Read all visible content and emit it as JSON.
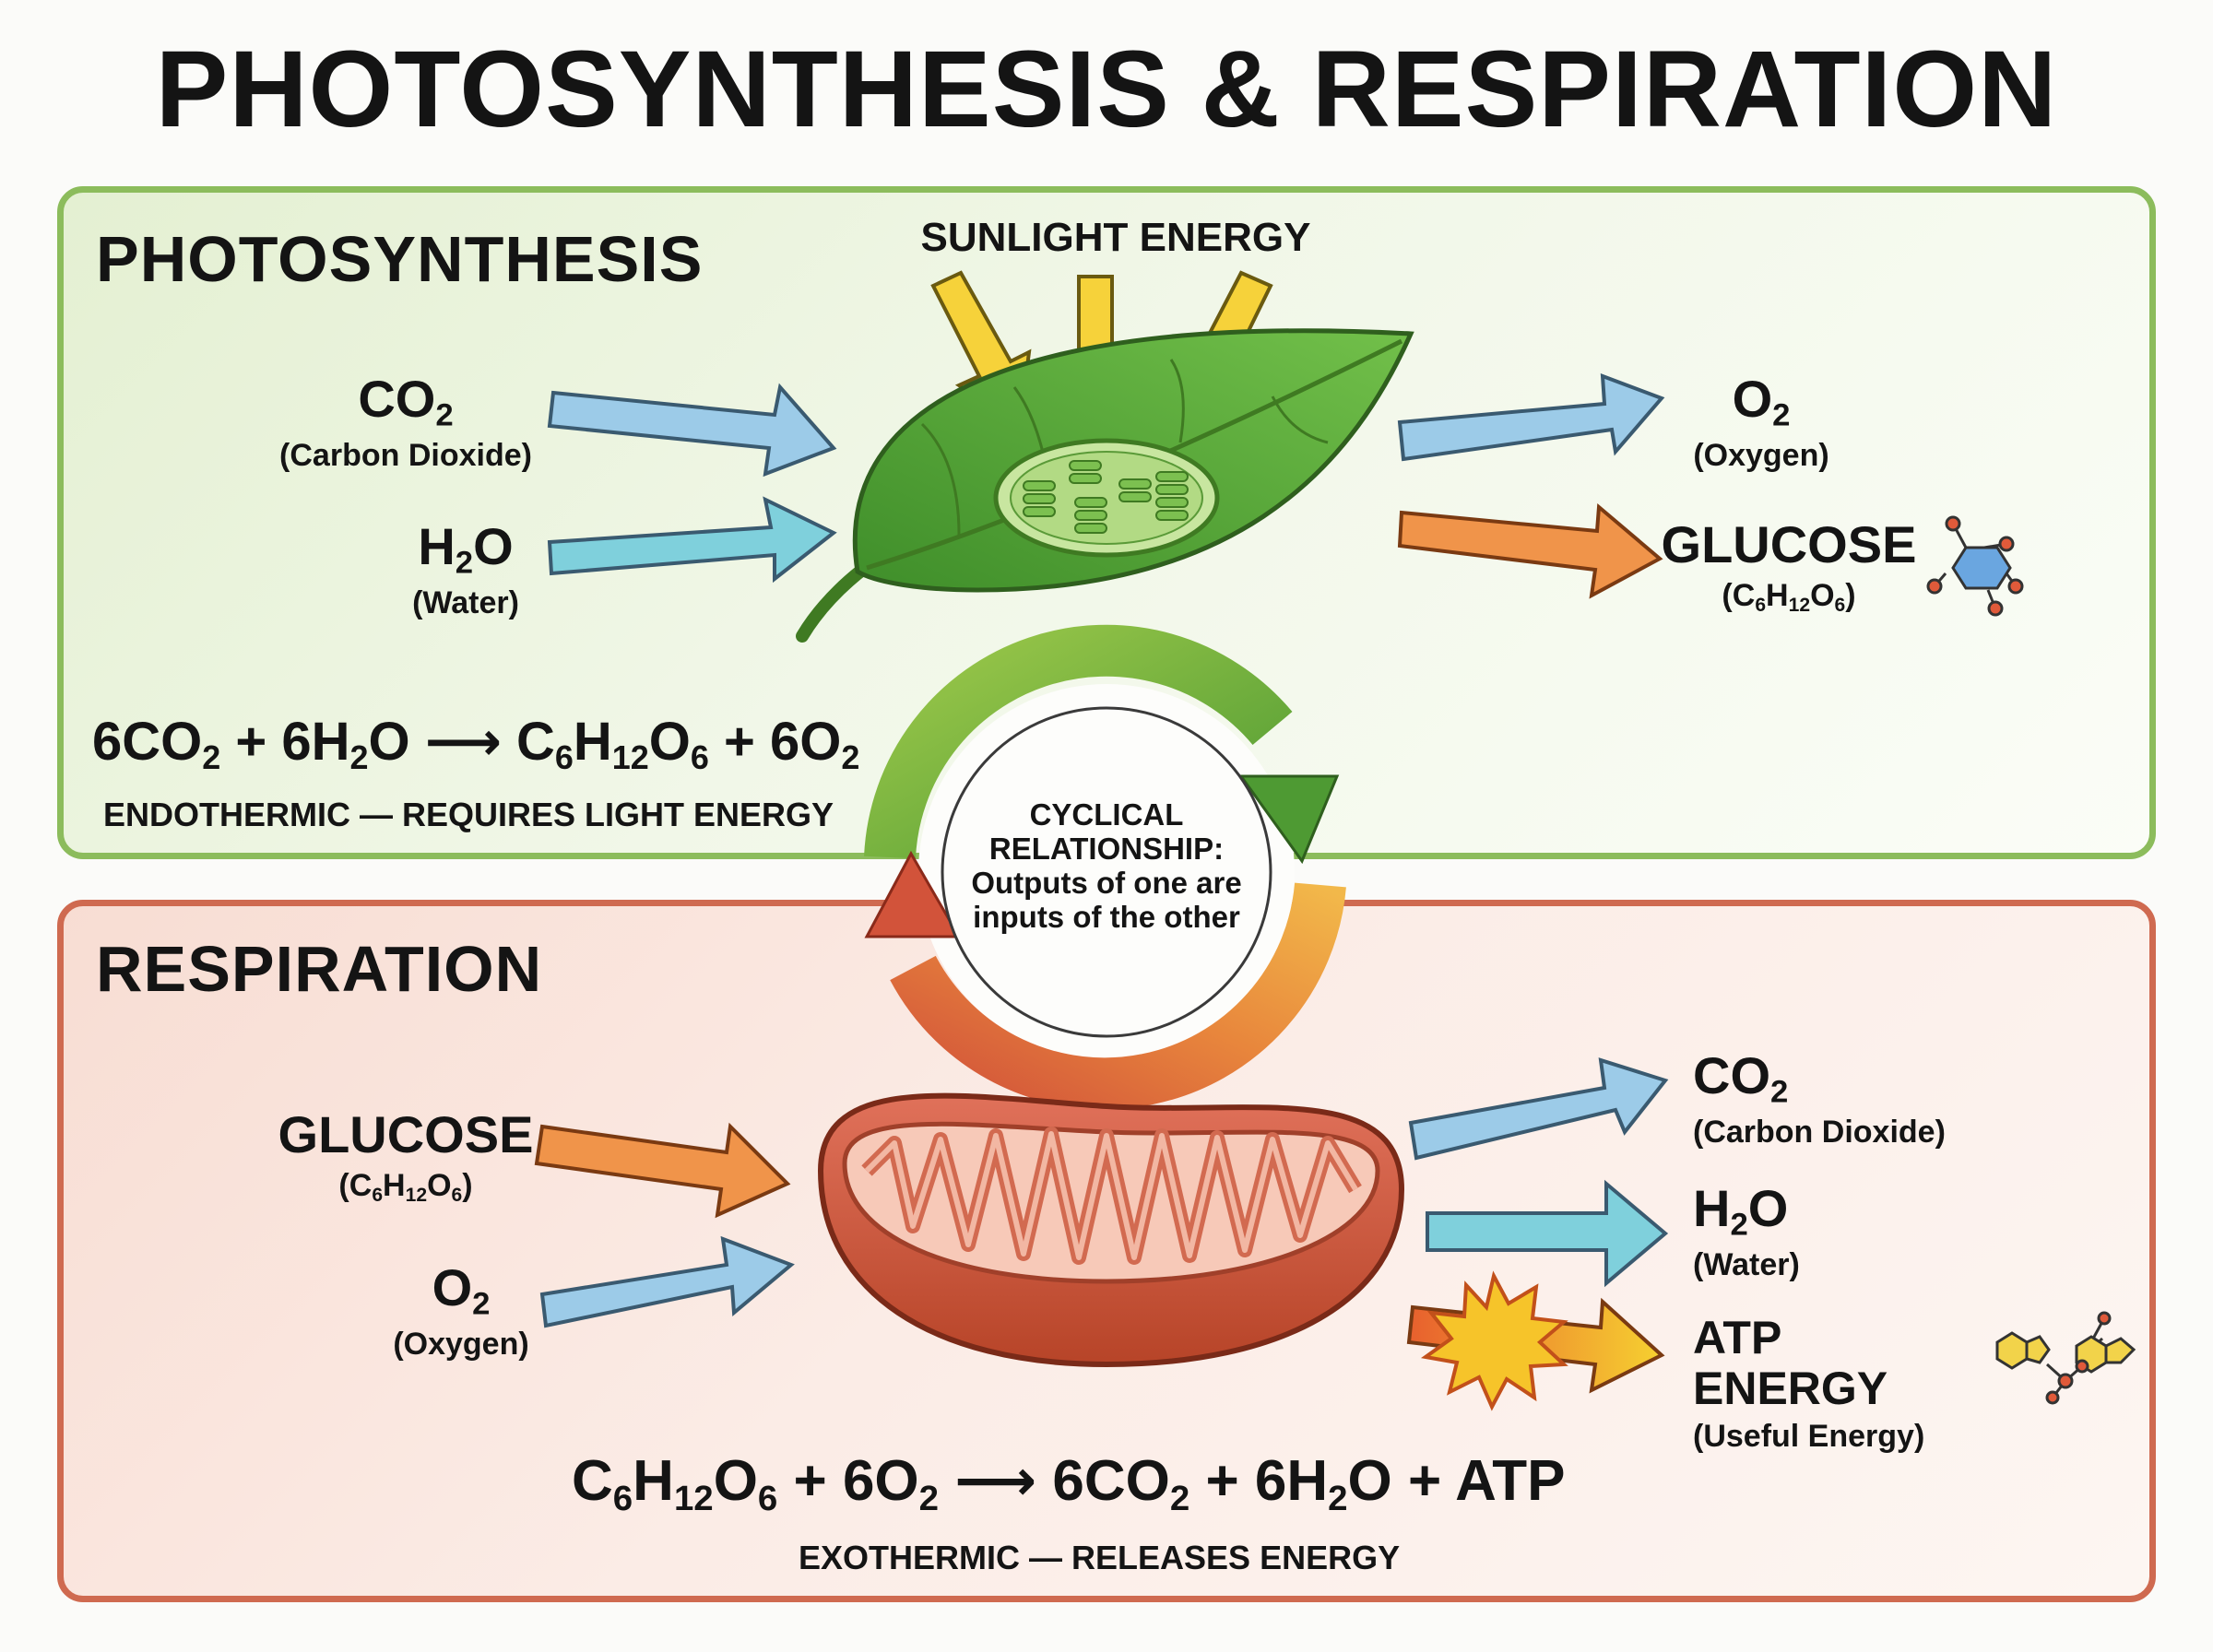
{
  "title": "PHOTOSYNTHESIS & RESPIRATION",
  "photosynthesis": {
    "heading": "PHOTOSYNTHESIS",
    "sunlight_label": "SUNLIGHT ENERGY",
    "inputs": [
      {
        "name": "CO2",
        "name_sub": "",
        "desc": "(Carbon Dioxide)"
      },
      {
        "name": "H2O",
        "desc": "(Water)"
      }
    ],
    "outputs": [
      {
        "name": "O2",
        "desc": "(Oxygen)"
      },
      {
        "name": "GLUCOSE",
        "desc": "(C6H12O6)"
      }
    ],
    "equation": "6CO2 + 6H2O → C6H12O6 + 6O2",
    "caption": "ENDOTHERMIC — REQUIRES LIGHT ENERGY"
  },
  "cycle": {
    "text": "CYCLICAL RELATIONSHIP: Outputs of one are inputs of the other"
  },
  "respiration": {
    "heading": "RESPIRATION",
    "inputs": [
      {
        "name": "GLUCOSE",
        "desc": "(C6H12O6)"
      },
      {
        "name": "O2",
        "desc": "(Oxygen)"
      }
    ],
    "outputs": [
      {
        "name": "CO2",
        "desc": "(Carbon Dioxide)"
      },
      {
        "name": "H2O",
        "desc": "(Water)"
      },
      {
        "name": "ATP ENERGY",
        "desc": "(Useful Energy)"
      }
    ],
    "equation": "C6H12O6 + 6O2 → 6CO2 + 6H2O + ATP",
    "caption": "EXOTHERMIC — RELEASES ENERGY"
  },
  "colors": {
    "photo_border": "#8cbc5c",
    "resp_border": "#cf6a50",
    "co2_arrow": "#9ccbe8",
    "h2o_arrow": "#7fd0dc",
    "glucose_arrow": "#f0944a",
    "sun_arrow": "#f6d23a",
    "leaf": "#5fae3c",
    "mitochondrion": "#d0583a"
  }
}
